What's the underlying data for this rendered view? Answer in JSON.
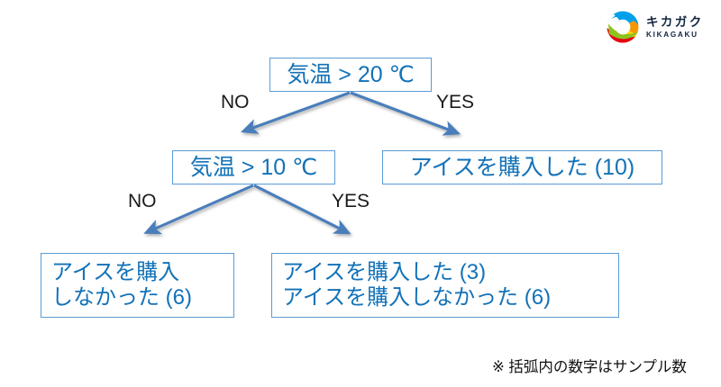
{
  "logo": {
    "name": "kikagaku-logo",
    "jp_text": "キカガク",
    "en_text": "KIKAGAKU",
    "text_color": "#12253f",
    "mark_colors": [
      "#00a0e9",
      "#8dc21f",
      "#e60012",
      "#f39800",
      "#ffd800",
      "#0068b7"
    ]
  },
  "theme": {
    "node_border": "#5b9bd5",
    "node_text": "#1272b8",
    "arrow_color": "#4a7ebb",
    "label_text": "#1a1a1a",
    "background": "#ffffff"
  },
  "tree": {
    "root": {
      "label": "気温 > 20 ℃",
      "type": "decision"
    },
    "level2": {
      "left": {
        "label": "気温 > 10 ℃",
        "type": "decision"
      },
      "right": {
        "label": "アイスを購入した (10)",
        "type": "leaf",
        "samples": 10
      }
    },
    "level3": {
      "left": {
        "type": "leaf",
        "lines": [
          "アイスを購入",
          "しなかった (6)"
        ],
        "samples": 6
      },
      "right": {
        "type": "leaf",
        "lines": [
          "アイスを購入した (3)",
          "アイスを購入しなかった (6)"
        ],
        "samples": [
          3,
          6
        ]
      }
    }
  },
  "edges": [
    {
      "name": "root-no",
      "label": "NO",
      "from": "root",
      "to": "temp10"
    },
    {
      "name": "root-yes",
      "label": "YES",
      "from": "root",
      "to": "bought10"
    },
    {
      "name": "l2-no",
      "label": "NO",
      "from": "temp10",
      "to": "notbought6"
    },
    {
      "name": "l2-yes",
      "label": "YES",
      "from": "temp10",
      "to": "mixed"
    }
  ],
  "footnote": {
    "text": "※ 括弧内の数字はサンプル数"
  }
}
